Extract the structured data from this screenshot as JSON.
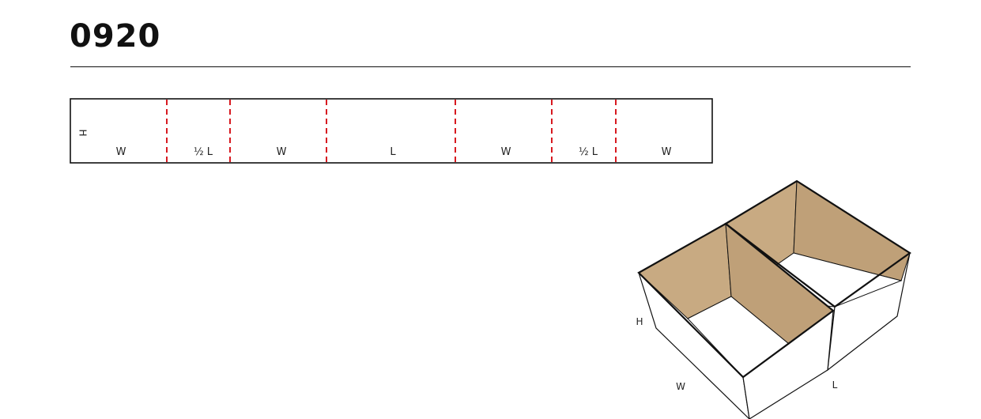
{
  "title": "0920",
  "flat_pattern": {
    "height_label": "H",
    "panels": [
      {
        "label": "W"
      },
      {
        "label": "½ L"
      },
      {
        "label": "W"
      },
      {
        "label": "L"
      },
      {
        "label": "W"
      },
      {
        "label": "½ L"
      },
      {
        "label": "W"
      }
    ],
    "fold_line_color": "#d71920"
  },
  "box_view": {
    "labels": {
      "h": "H",
      "w": "W",
      "l": "L"
    },
    "inner_color": "#c8aa82"
  }
}
